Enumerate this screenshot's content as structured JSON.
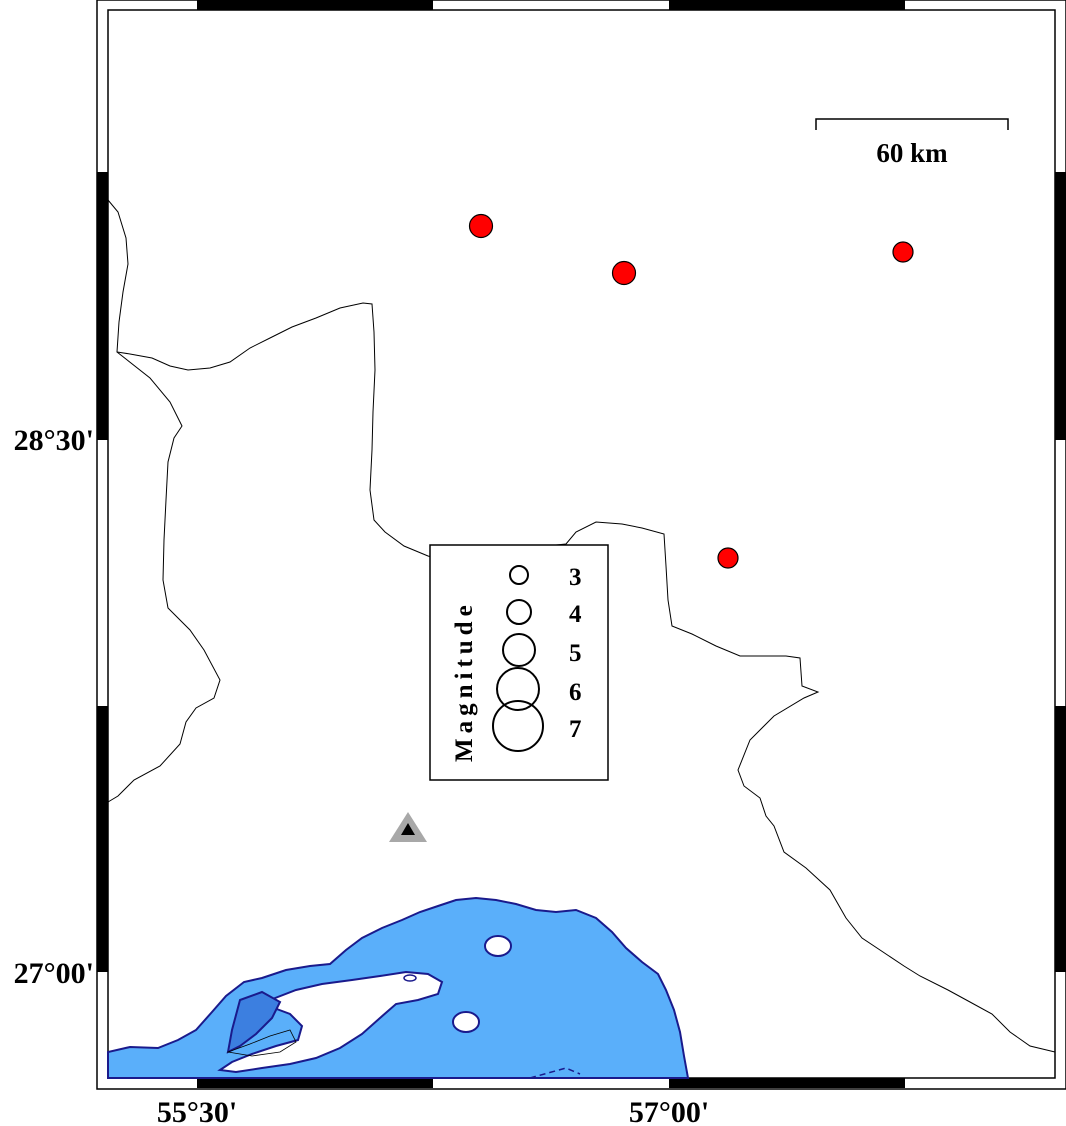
{
  "map": {
    "lat_labels": [
      "28°30'",
      "27°00'"
    ],
    "lon_labels": [
      "55°30'",
      "57°00'"
    ],
    "scale_bar_label": "60 km",
    "colors": {
      "water": "#5aaffa",
      "coastline": "#1a1a8c",
      "border": "#000000",
      "epicenter": "#ff0000",
      "station_outer": "#a8a8a8",
      "station_inner": "#000000",
      "frame": "#000000"
    }
  },
  "legend": {
    "title": "Magnitude",
    "entries": [
      {
        "label": "3",
        "magnitude": 3
      },
      {
        "label": "4",
        "magnitude": 4
      },
      {
        "label": "5",
        "magnitude": 5
      },
      {
        "label": "6",
        "magnitude": 6
      },
      {
        "label": "7",
        "magnitude": 7
      }
    ]
  },
  "station": {
    "icon": "station-triangle-icon"
  }
}
